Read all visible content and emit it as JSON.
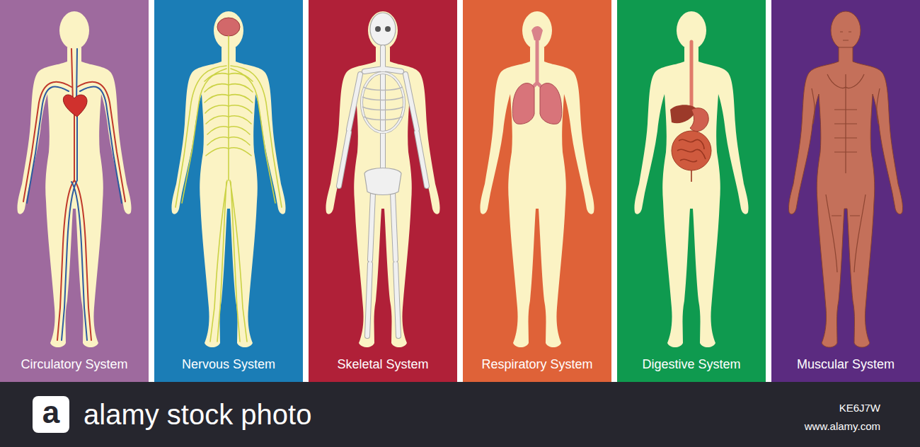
{
  "diagram": {
    "nodes": [
      {
        "text": [
          "Circulatory System"
        ]
      },
      {
        "text": [
          "Nervous System"
        ]
      },
      {
        "text": [
          "Skeletal System"
        ]
      },
      {
        "text": [
          "Respiratory System"
        ]
      },
      {
        "text": [
          "Digestive System"
        ]
      },
      {
        "text": [
          "Muscular System"
        ]
      }
    ],
    "labels": [
      "a",
      "alamy stock photo",
      "KE6J7W",
      "www.alamy.com"
    ]
  }
}
